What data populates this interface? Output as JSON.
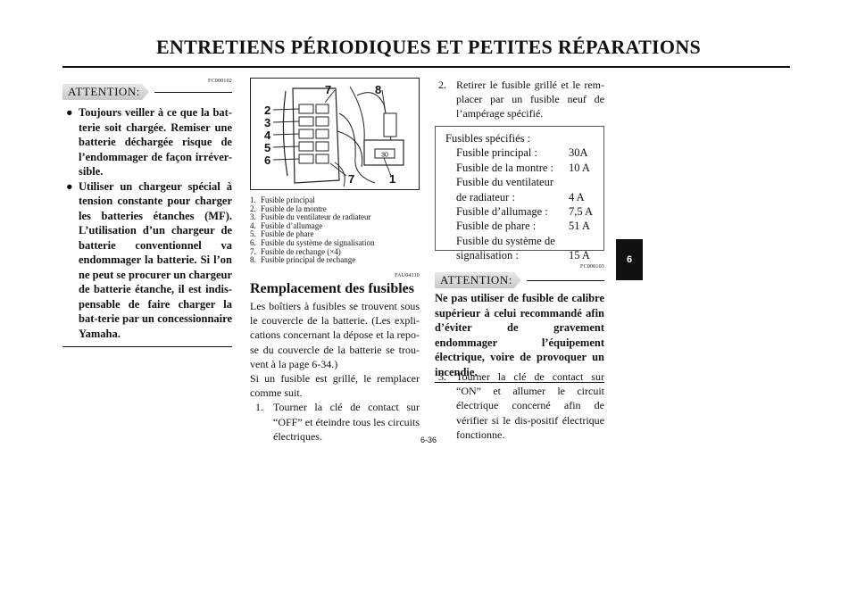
{
  "header": {
    "title": "ENTRETIENS PÉRIODIQUES ET PETITES RÉPARATIONS"
  },
  "page_number": "6-36",
  "side_tab": "6",
  "left": {
    "attention_label": "ATTENTION:",
    "code": "FC000102",
    "bullet": "●",
    "items": [
      "Toujours veiller à ce que la bat-terie soit chargée. Remiser une batterie déchargée risque de l’endommager de façon irréver-sible.",
      "Utiliser un chargeur spécial à tension constante pour charger les batteries étanches (MF). L’utilisation d’un chargeur de batterie conventionnel va endommager la batterie. Si l’on ne peut se procurer un chargeur de batterie étanche, il est indis-pensable de faire charger la bat-terie par un concessionnaire Yamaha."
    ]
  },
  "figure": {
    "callouts": [
      "7",
      "8",
      "2",
      "3",
      "4",
      "5",
      "6",
      "7",
      "1"
    ],
    "fuse_label": "30"
  },
  "captions": [
    {
      "n": "1.",
      "text": "Fusible principal"
    },
    {
      "n": "2.",
      "text": "Fusible de la montre"
    },
    {
      "n": "3.",
      "text": "Fusible du ventilateur de radiateur"
    },
    {
      "n": "4.",
      "text": "Fusible d’allumage"
    },
    {
      "n": "5.",
      "text": "Fusible de phare"
    },
    {
      "n": "6.",
      "text": "Fusible du système de signalisation"
    },
    {
      "n": "7.",
      "text": "Fusible de rechange (×4)"
    },
    {
      "n": "8.",
      "text": "Fusible principal de rechange"
    }
  ],
  "section": {
    "code": "FAU04110",
    "title": "Remplacement des fusibles",
    "intro": "Les boîtiers à fusibles se trouvent sous le couvercle de la batterie. (Les expli-cations concernant la dépose et la repo-se du couvercle de la batterie se trou-vent à la page 6-34.)",
    "intro2": "Si un fusible est grillé, le remplacer comme suit.",
    "step1_n": "1.",
    "step1": "Tourner la clé de contact sur “OFF” et éteindre tous les circuits électriques.",
    "step2_n": "2.",
    "step2": "Retirer le fusible grillé et le rem-placer par un fusible neuf de l’ampérage spécifié.",
    "step3_n": "3.",
    "step3": "Tourner la clé de contact sur “ON” et allumer le circuit électrique concerné afin de vérifier si le dis-positif électrique fonctionne."
  },
  "spec": {
    "heading": "Fusibles spécifiés :",
    "rows": [
      {
        "name": "Fusible principal :",
        "value": "30A"
      },
      {
        "name": "Fusible de la montre :",
        "value": "10 A"
      },
      {
        "name": "Fusible du ventilateur",
        "value": ""
      },
      {
        "name": "de radiateur :",
        "value": "4 A"
      },
      {
        "name": "Fusible d’allumage :",
        "value": "7,5 A"
      },
      {
        "name": "Fusible de phare :",
        "value": "51 A"
      },
      {
        "name": "Fusible du système de",
        "value": ""
      },
      {
        "name": "signalisation :",
        "value": "15 A"
      }
    ]
  },
  "attention2": {
    "label": "ATTENTION:",
    "code": "FC000103",
    "text": "Ne pas utiliser de fusible de calibre supérieur à celui recommandé afin d’éviter de gravement endommager l’équipement électrique, voire de provoquer un incendie."
  }
}
